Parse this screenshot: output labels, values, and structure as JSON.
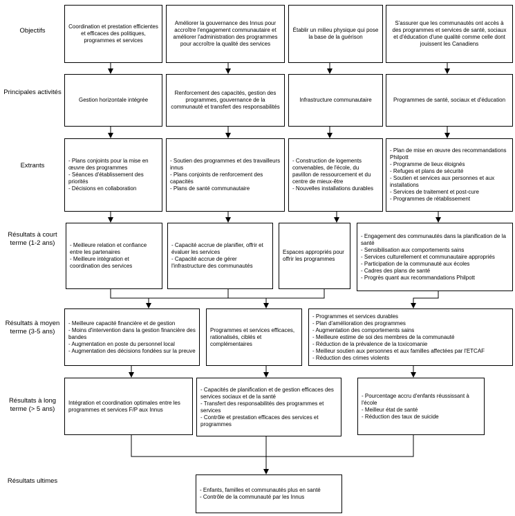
{
  "row_labels": {
    "objectifs": "Objectifs",
    "activites": "Principales activités",
    "extrants": "Extrants",
    "court_terme": "Résultats à court terme (1-2 ans)",
    "moyen_terme": "Résultats à moyen terme (3-5 ans)",
    "long_terme": "Résultats à long terme (> 5 ans)",
    "ultimes": "Résultats ultimes"
  },
  "objectifs": [
    "Coordination et prestation efficientes et efficaces des politiques, programmes et services",
    "Améliorer la gouvernance des Innus pour accroître l'engagement communautaire et améliorer l'administration des programmes pour accroître la qualité des services",
    "Établir un milieu physique qui pose la base de la guérison",
    "S'assurer que les communautés ont accès à des programmes et services de santé, sociaux et d'éducation d'une qualité comme celle dont jouissent les Canadiens"
  ],
  "activites": [
    "Gestion horizontale intégrée",
    "Renforcement des capacités, gestion des programmes, gouvernance de la communauté et transfert des responsabilités",
    "Infrastructure communautaire",
    "Programmes de santé, sociaux et d'éducation"
  ],
  "extrants": [
    [
      "- Plans conjoints pour la mise en œuvre des programmes",
      "- Séances d'établissement des priorités",
      "- Décisions en collaboration"
    ],
    [
      "- Soutien des programmes et des travailleurs innus",
      "- Plans conjoints de renforcement des capacités",
      "- Plans de santé communautaire"
    ],
    [
      "- Construction de logements convenables, de l'école, du pavillon de ressourcement et du centre de mieux-être",
      "- Nouvelles installations durables"
    ],
    [
      "- Plan de mise en œuvre des recommandations Philpott",
      "- Programme de lieux éloignés",
      "- Refuges et plans de sécurité",
      "- Soutien et services aux personnes et aux installations",
      "- Services de traitement et post-cure",
      "- Programmes de rétablissement"
    ]
  ],
  "court_terme": [
    [
      "- Meilleure relation et confiance entre les partenaires",
      "- Meilleure intégration et coordination des services"
    ],
    [
      "- Capacité accrue de planifier, offrir et évaluer les services",
      "- Capacité accrue de gérer l'infrastructure des communautés"
    ],
    [
      "Espaces appropriés pour offrir les programmes"
    ],
    [
      "- Engagement des communautés dans la planification de la santé",
      "- Sensibilisation aux comportements sains",
      "- Services culturellement et communautaire appropriés",
      "- Participation de la communauté aux écoles",
      "- Cadres des plans de santé",
      "- Progrès quant aux recommandations Philpott"
    ]
  ],
  "moyen_terme": [
    [
      "- Meilleure capacité financière et de gestion",
      "- Moins d'intervention dans la gestion financière des bandes",
      "- Augmentation en poste du personnel local",
      "- Augmentation des décisions fondées sur la preuve"
    ],
    [
      "Programmes et services efficaces, rationalisés, ciblés et complémentaires"
    ],
    [
      "- Programmes et services durables",
      "- Plan d'amélioration des programmes",
      "- Augmentation des comportements sains",
      "- Meilleure estime de soi des membres de la communauté",
      "- Réduction de la prévalence de la toxicomanie",
      "- Meilleur soutien aux personnes et aux familles affectées par l'ETCAF",
      "- Réduction des crimes violents"
    ]
  ],
  "long_terme": [
    [
      "Intégration et coordination optimales entre les programmes et services F/P aux Innus"
    ],
    [
      "- Capacités de planification et de gestion efficaces des services sociaux et de la santé",
      "- Transfert des responsabilités des programmes et services",
      "- Contrôle et prestation efficaces des services et programmes"
    ],
    [
      "- Pourcentage accru d'enfants réussissant à l'école",
      "- Meilleur état de santé",
      "- Réduction des taux de suicide"
    ]
  ],
  "ultimes": [
    "- Enfants, familles et communautés plus en santé",
    "- Contrôle de la communauté par les Innus"
  ]
}
